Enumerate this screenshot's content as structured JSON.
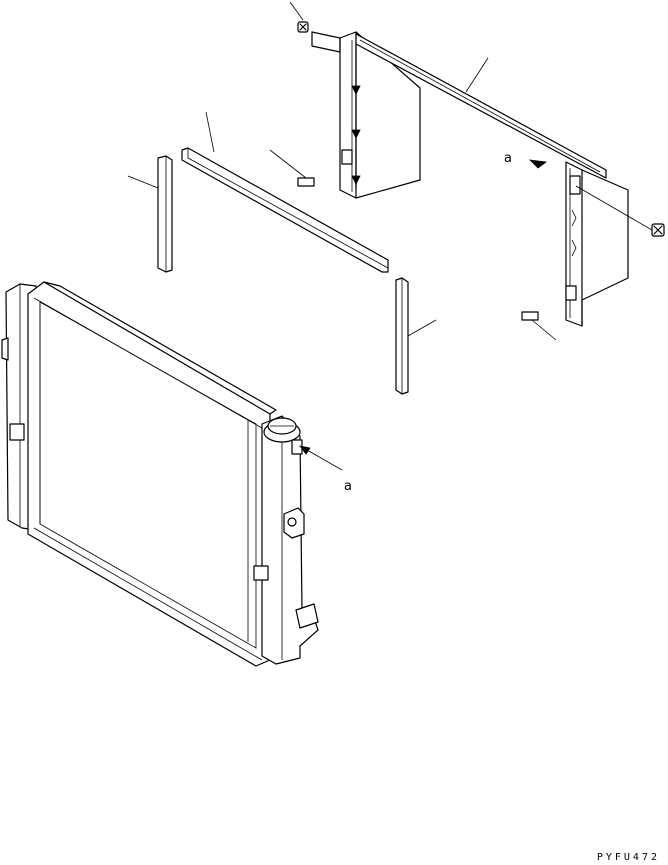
{
  "callouts": {
    "a_upper": "a",
    "a_lower": "a"
  },
  "drawing_code": "PYFU472"
}
